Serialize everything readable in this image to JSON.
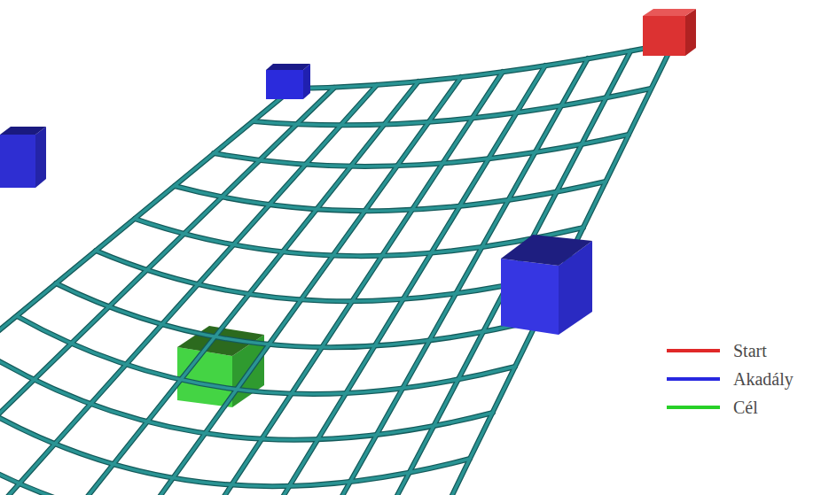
{
  "diagram": {
    "legend": [
      {
        "text": "Start",
        "color": "#e02828"
      },
      {
        "text": "Akadály",
        "color": "#2828e0"
      },
      {
        "text": "Cél",
        "color": "#28d028"
      }
    ]
  }
}
